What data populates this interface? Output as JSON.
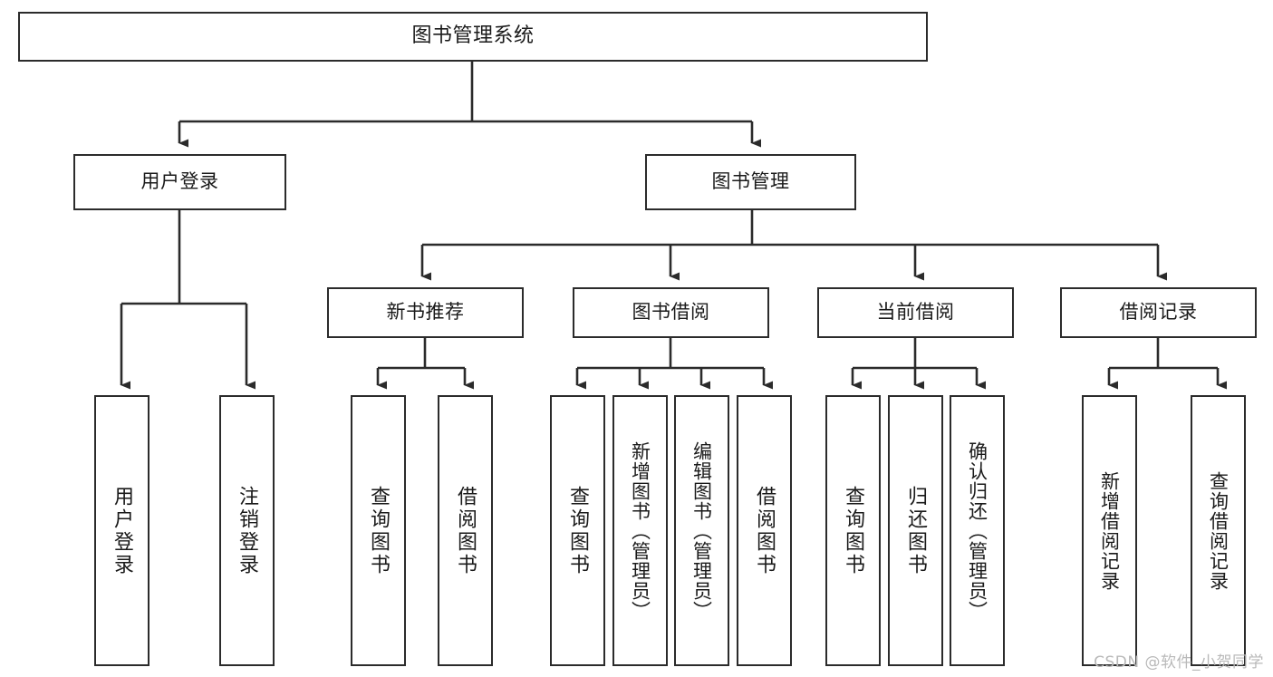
{
  "diagram": {
    "type": "tree-hierarchy",
    "title_node": {
      "id": "root",
      "label": "图书管理系统"
    },
    "level2": [
      {
        "id": "user-login",
        "label": "用户登录"
      },
      {
        "id": "book-manage",
        "label": "图书管理"
      }
    ],
    "level3": [
      {
        "id": "new-book-rec",
        "label": "新书推荐"
      },
      {
        "id": "book-borrow",
        "label": "图书借阅"
      },
      {
        "id": "current-borrow",
        "label": "当前借阅"
      },
      {
        "id": "borrow-record",
        "label": "借阅记录"
      }
    ],
    "leaves": {
      "user_login": [
        {
          "id": "leaf-user-login",
          "label": "用户登录"
        },
        {
          "id": "leaf-logout-login",
          "label": "注销登录"
        }
      ],
      "new_book_rec": [
        {
          "id": "leaf-query-book-1",
          "label": "查询图书"
        },
        {
          "id": "leaf-borrow-book-1",
          "label": "借阅图书"
        }
      ],
      "book_borrow": [
        {
          "id": "leaf-query-book-2",
          "label": "查询图书"
        },
        {
          "id": "leaf-add-book",
          "label": "新增图书（管理员）"
        },
        {
          "id": "leaf-edit-book",
          "label": "编辑图书（管理员）"
        },
        {
          "id": "leaf-borrow-book-2",
          "label": "借阅图书"
        }
      ],
      "current_borrow": [
        {
          "id": "leaf-query-book-3",
          "label": "查询图书"
        },
        {
          "id": "leaf-return-book",
          "label": "归还图书"
        },
        {
          "id": "leaf-confirm-return",
          "label": "确认归还（管理员）"
        }
      ],
      "borrow_record": [
        {
          "id": "leaf-add-record",
          "label": "新增借阅记录"
        },
        {
          "id": "leaf-query-record",
          "label": "查询借阅记录"
        }
      ]
    }
  },
  "watermark": {
    "text": "CSDN @软件_小贺同学"
  },
  "colors": {
    "stroke": "#2b2b2b",
    "background": "#ffffff",
    "text": "#1a1a1a",
    "watermark": "#b9b9b9"
  }
}
